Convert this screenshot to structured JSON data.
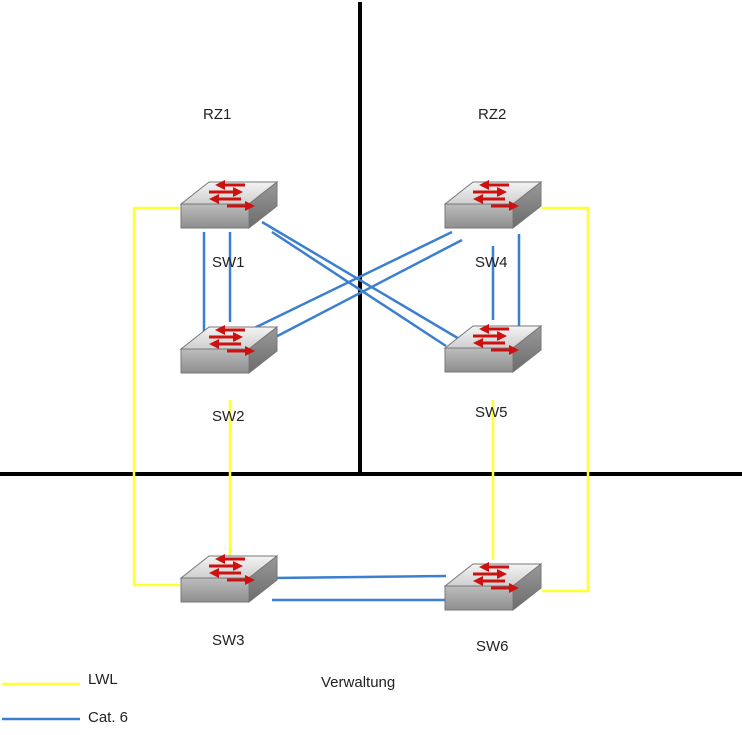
{
  "zones": {
    "rz1": "RZ1",
    "rz2": "RZ2",
    "verwaltung": "Verwaltung"
  },
  "switches": {
    "sw1": "SW1",
    "sw2": "SW2",
    "sw3": "SW3",
    "sw4": "SW4",
    "sw5": "SW5",
    "sw6": "SW6"
  },
  "legend": {
    "lwl": {
      "label": "LWL",
      "color": "#ffff33"
    },
    "cat6": {
      "label": "Cat. 6",
      "color": "#3b7fd1"
    }
  },
  "icons": {
    "switch": "network-switch-icon"
  }
}
